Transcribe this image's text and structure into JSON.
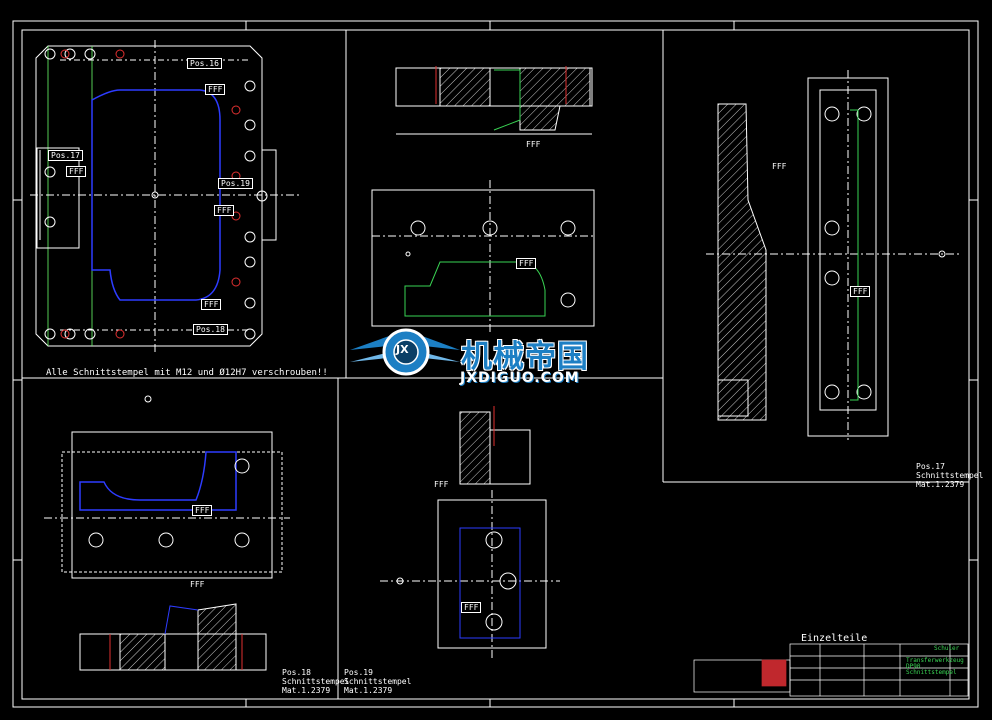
{
  "note": "Alle Schnittstempel mit M12 und Ø12H7 verschrouben!!",
  "title": "Einzelteile",
  "parts": [
    {
      "pos": "Pos.18",
      "name": "Schnittstempel",
      "material": "Mat.1.2379"
    },
    {
      "pos": "Pos.19",
      "name": "Schnittstempel",
      "material": "Mat.1.2379"
    },
    {
      "pos": "Pos.17",
      "name": "Schnittstempel",
      "material": "Mat.1.2379"
    }
  ],
  "labels": {
    "pos16": "Pos.16",
    "pos17": "Pos.17",
    "pos18": "Pos.18",
    "pos19": "Pos.19",
    "fff": "FFF"
  },
  "logo": {
    "cn": "机械帝国",
    "en": "JXDIGUO.COM",
    "badge": "JX"
  },
  "titleblock": {
    "company": "Schuler",
    "drawing": "Transferwerkzeug DP90",
    "detail": "Schnittstempel"
  },
  "colors": {
    "line": "#ffffff",
    "profile": "#2d3cff",
    "center": "#e03030",
    "green": "#39d353",
    "accent": "#1c7fc4"
  }
}
